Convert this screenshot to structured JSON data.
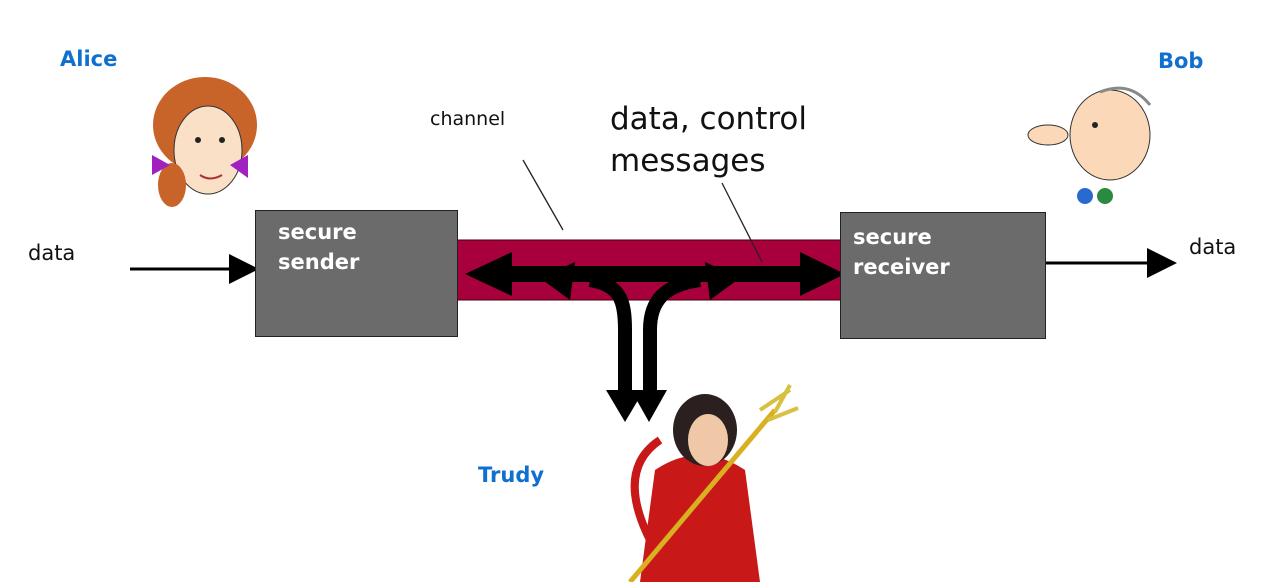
{
  "actors": {
    "alice": "Alice",
    "bob": "Bob",
    "trudy": "Trudy"
  },
  "labels": {
    "data_in": "data",
    "data_out": "data",
    "channel": "channel",
    "data_control_line1": "data, control",
    "data_control_line2": "messages"
  },
  "boxes": {
    "sender_line1": "secure",
    "sender_line2": "sender",
    "receiver_line1": "secure",
    "receiver_line2": "receiver"
  },
  "colors": {
    "channel": "#a8003c",
    "box": "#6b6b6b",
    "name": "#1070d0"
  }
}
